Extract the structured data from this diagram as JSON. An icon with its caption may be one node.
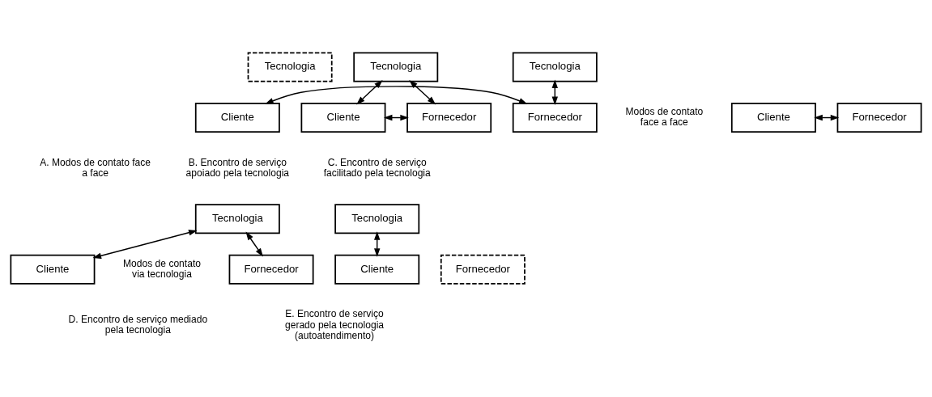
{
  "diagram": {
    "nodes": [
      {
        "text": [
          "Tecnologia"
        ]
      },
      {
        "text": [
          "Cliente"
        ]
      },
      {
        "text": [
          "Fornecedor"
        ]
      },
      {
        "text": [
          "Tecnologia"
        ]
      },
      {
        "text": [
          "Cliente"
        ]
      },
      {
        "text": [
          "Fornecedor"
        ]
      },
      {
        "text": [
          "Tecnologia"
        ]
      },
      {
        "text": [
          "Cliente"
        ]
      },
      {
        "text": [
          "Fornecedor"
        ]
      },
      {
        "text": [
          "Tecnologia"
        ]
      },
      {
        "text": [
          "Cliente"
        ]
      },
      {
        "text": [
          "Fornecedor"
        ]
      },
      {
        "text": [
          "Tecnologia"
        ]
      },
      {
        "text": [
          "Cliente"
        ]
      },
      {
        "text": [
          "Fornecedor"
        ]
      }
    ],
    "edges": [
      {
        "from": 1,
        "to": 2,
        "arrow": "both"
      },
      {
        "from": 3,
        "to": 5,
        "arrow": "both"
      },
      {
        "from": 4,
        "to": 5,
        "arrow": "both"
      },
      {
        "from": 6,
        "to": 7,
        "arrow": "both"
      },
      {
        "from": 6,
        "to": 8,
        "arrow": "both"
      },
      {
        "from": 7,
        "to": 8,
        "arrow": "both"
      },
      {
        "from": 9,
        "to": 10,
        "arrow": "both"
      },
      {
        "from": 9,
        "to": 11,
        "arrow": "both"
      },
      {
        "from": 12,
        "to": 13,
        "arrow": "both"
      }
    ],
    "labels": [
      "Modos de contato face a face",
      "A. Modos de contato face a face",
      "B. Encontro de serviço apoiado pela tecnologia",
      "C. Encontro de serviço facilitado pela tecnologia",
      "Modos de contato via tecnologia",
      "D. Encontro de serviço mediado pela tecnologia",
      "E. Encontro de serviço gerado pela tecnologia (autoatendimento)"
    ]
  }
}
